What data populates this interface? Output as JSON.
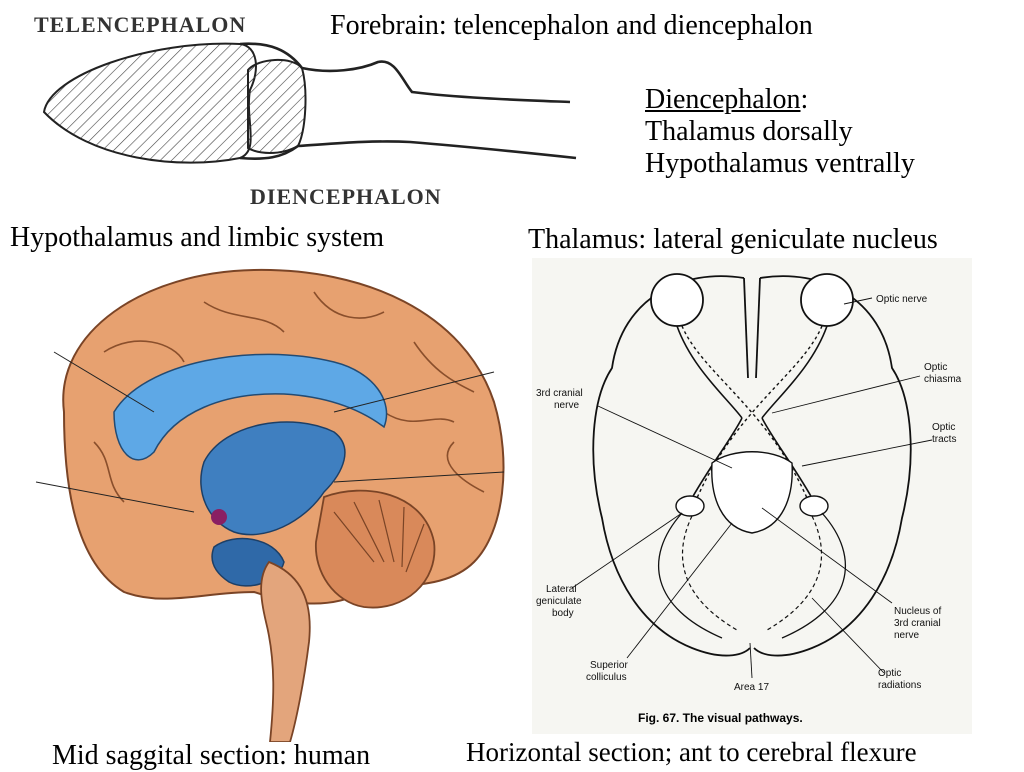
{
  "top_left_figure": {
    "label_top": "TELENCEPHALON",
    "label_bottom": "DIENCEPHALON"
  },
  "title": "Forebrain: telencephalon and diencephalon",
  "diencephalon_box": {
    "heading": "Diencephalon",
    "heading_suffix": ":",
    "lines": [
      "Thalamus dorsally",
      "Hypothalamus ventrally"
    ]
  },
  "left_panel": {
    "caption_top": "Hypothalamus and limbic system",
    "caption_bottom": "Mid saggital section: human"
  },
  "right_panel": {
    "caption_top": "Thalamus: lateral geniculate nucleus",
    "caption_bottom": "Horizontal section; ant to cerebral flexure",
    "figure_caption": "Fig. 67.  The visual pathways.",
    "labels": {
      "optic_nerve": "Optic nerve",
      "optic_chiasma_1": "Optic",
      "optic_chiasma_2": "chiasma",
      "optic_tracts_1": "Optic",
      "optic_tracts_2": "tracts",
      "third_nerve_1": "3rd cranial",
      "third_nerve_2": "nerve",
      "lgb_1": "Lateral",
      "lgb_2": "geniculate",
      "lgb_3": "body",
      "nucleus_1": "Nucleus of",
      "nucleus_2": "3rd cranial",
      "nucleus_3": "nerve",
      "sup_coll_1": "Superior",
      "sup_coll_2": "colliculus",
      "area17": "Area 17",
      "optic_rad_1": "Optic",
      "optic_rad_2": "radiations"
    }
  }
}
